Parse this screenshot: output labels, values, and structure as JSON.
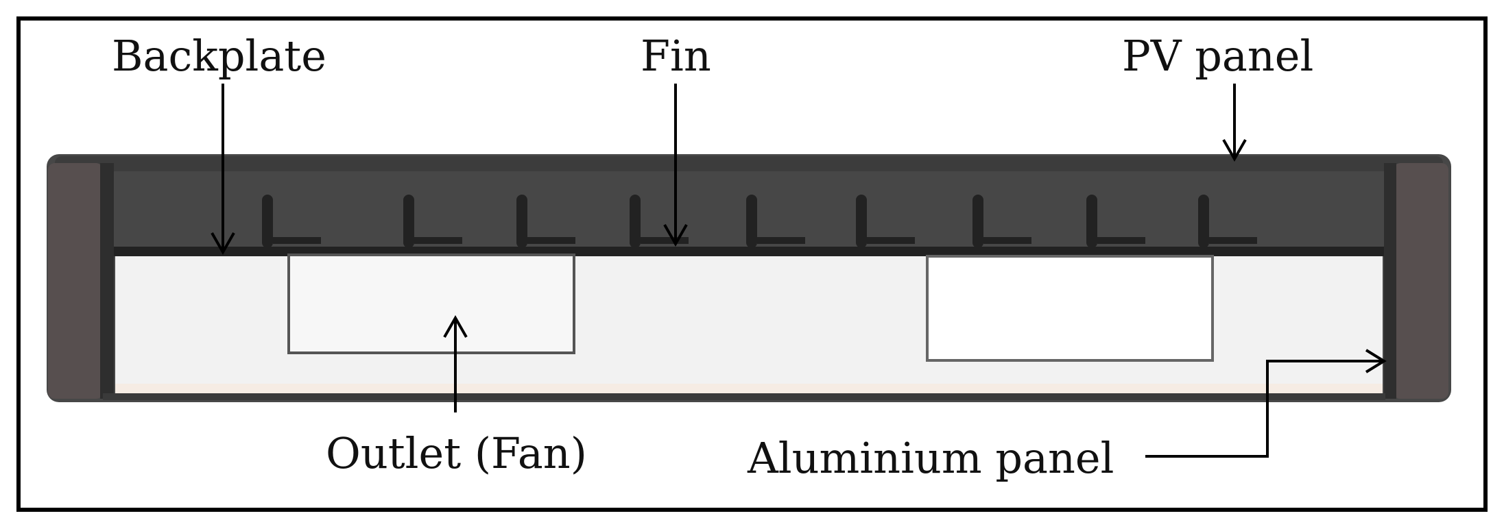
{
  "labels": {
    "backplate": "Backplate",
    "fin": "Fin",
    "pv_panel": "PV panel",
    "outlet": "Outlet (Fan)",
    "aluminium_panel": "Aluminium panel"
  },
  "colors": {
    "frame": "#000000",
    "housing": "#4a4a4a",
    "housing_dark": "#3a3a3a",
    "side_post": "#5a5252",
    "fin": "#222222",
    "channel": "#f2f2f2",
    "outlet_box": "#f7f7f7",
    "inlet_box": "#ffffff",
    "arrow": "#000000"
  }
}
